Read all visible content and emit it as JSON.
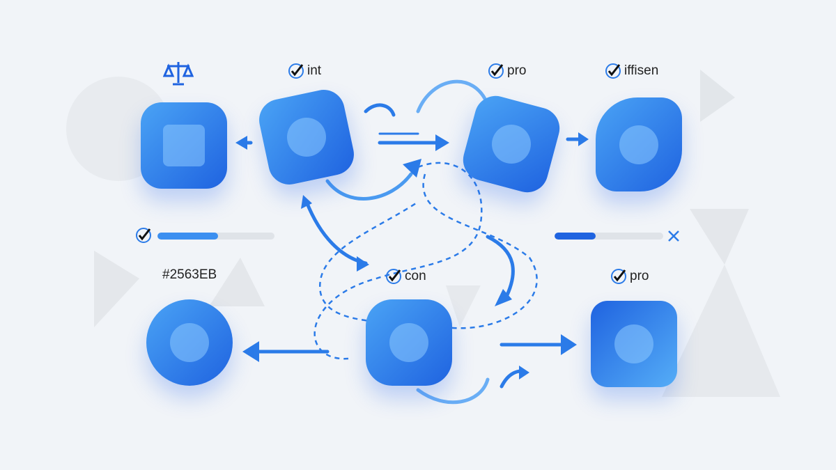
{
  "nodes": [
    {
      "id": "balance",
      "label": ""
    },
    {
      "id": "int",
      "label": "int"
    },
    {
      "id": "pro-top",
      "label": "pro"
    },
    {
      "id": "iffisen",
      "label": "iffisen"
    },
    {
      "id": "color",
      "label": "#2563EB"
    },
    {
      "id": "con",
      "label": "con"
    },
    {
      "id": "pro-bottom",
      "label": "pro"
    }
  ],
  "progress": [
    {
      "value": 0.52
    },
    {
      "value": 0.38
    }
  ],
  "colors": {
    "accent": "#2563EB",
    "light": "#4aa3f5"
  },
  "icons": [
    "balance-scale-icon",
    "check-circle-icon",
    "close-icon",
    "arrow-icon"
  ]
}
